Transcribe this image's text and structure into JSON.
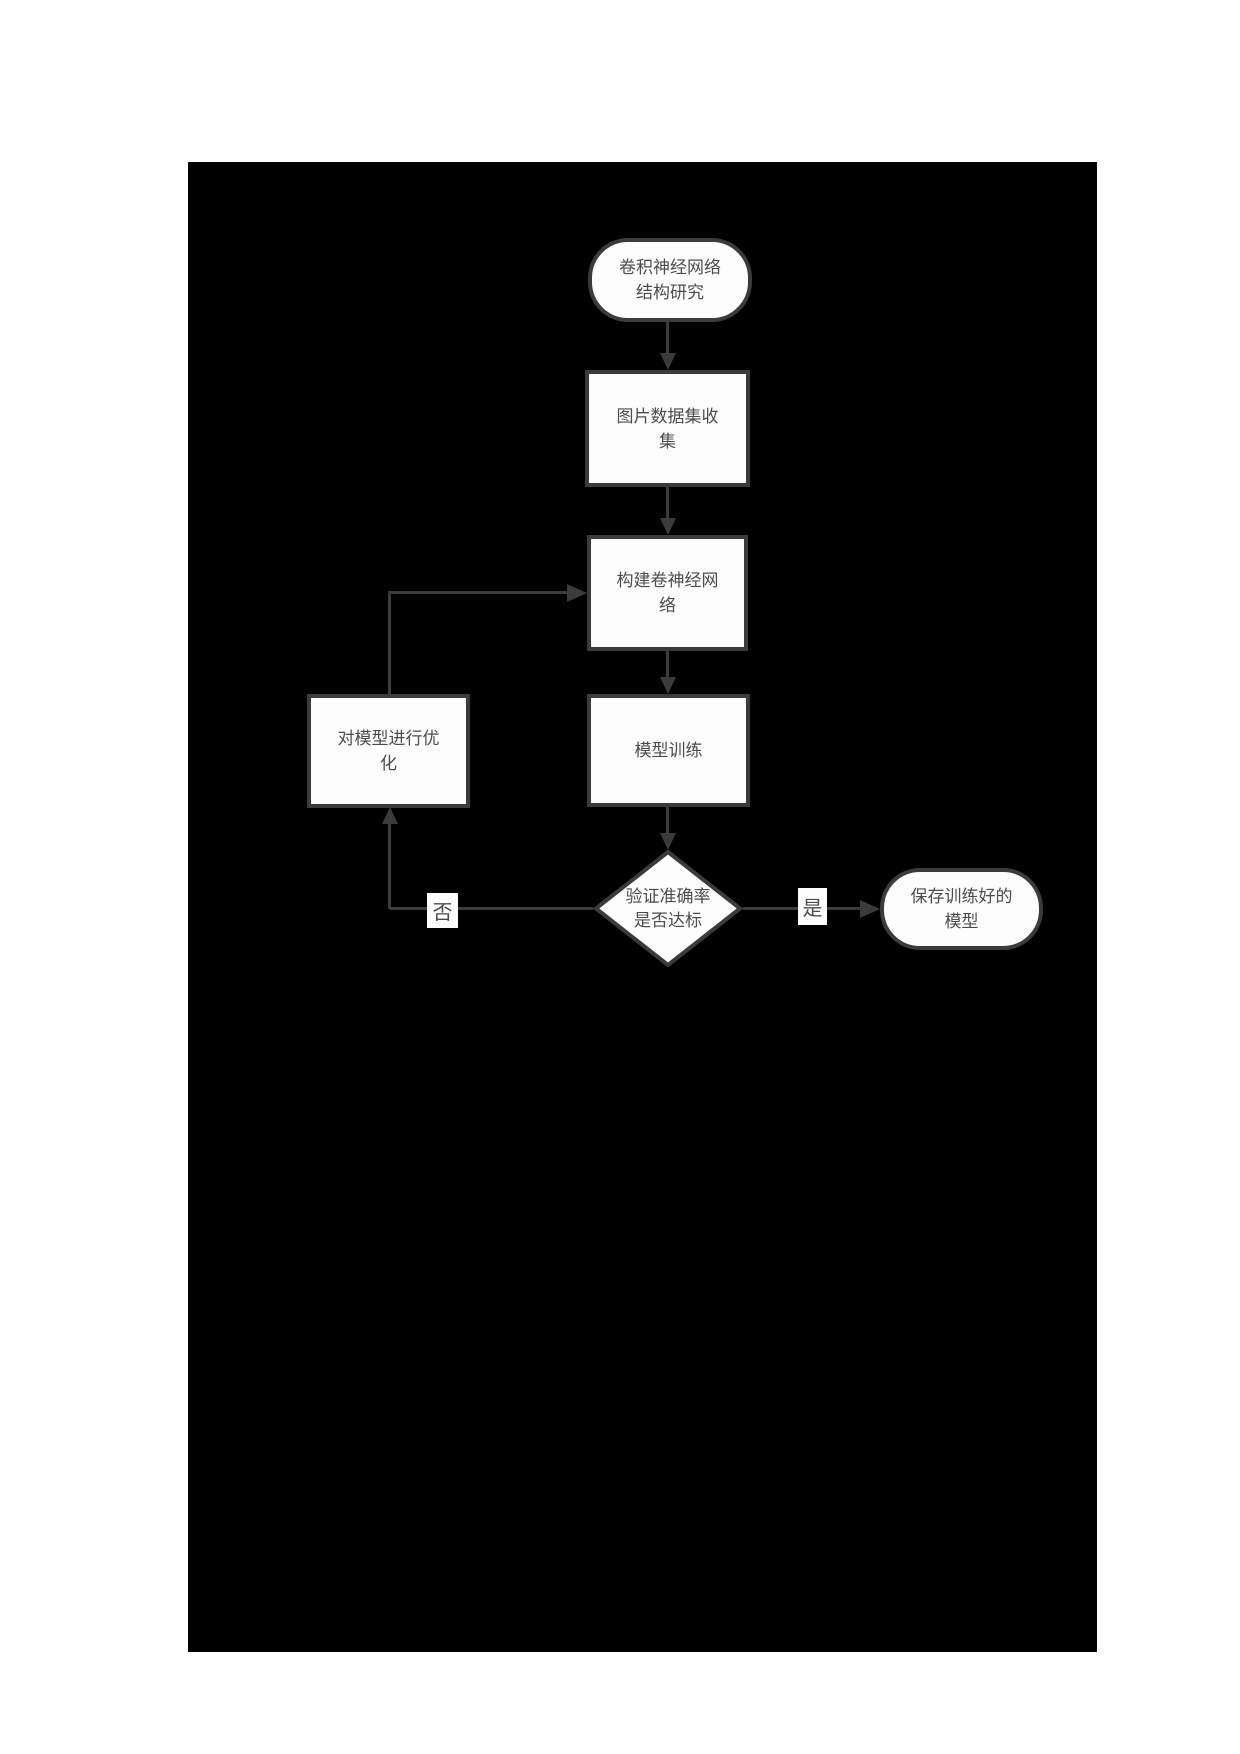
{
  "colors": {
    "page-bg": "#ffffff",
    "canvas-bg": "#000000",
    "line": "#3b3b3b",
    "node-border": "#3b3b3b",
    "node-fill": "#fdfdfd",
    "text": "#4c4c4c"
  },
  "chart_type": "flowchart",
  "flowchart": {
    "nodes": {
      "start": {
        "shape": "terminator",
        "lines": [
          "卷积神经网络",
          "结构研究"
        ]
      },
      "collect": {
        "shape": "process",
        "lines": [
          "图片数据集收",
          "集"
        ]
      },
      "build": {
        "shape": "process",
        "lines": [
          "构建卷神经网",
          "络"
        ]
      },
      "train": {
        "shape": "process",
        "lines": [
          "模型训练"
        ]
      },
      "optimize": {
        "shape": "process",
        "lines": [
          "对模型进行优",
          "化"
        ]
      },
      "decision": {
        "shape": "decision",
        "lines": [
          "验证准确率",
          "是否达标"
        ]
      },
      "save": {
        "shape": "terminator",
        "lines": [
          "保存训练好的",
          "模型"
        ]
      }
    },
    "edge_labels": {
      "no": "否",
      "yes": "是"
    }
  }
}
